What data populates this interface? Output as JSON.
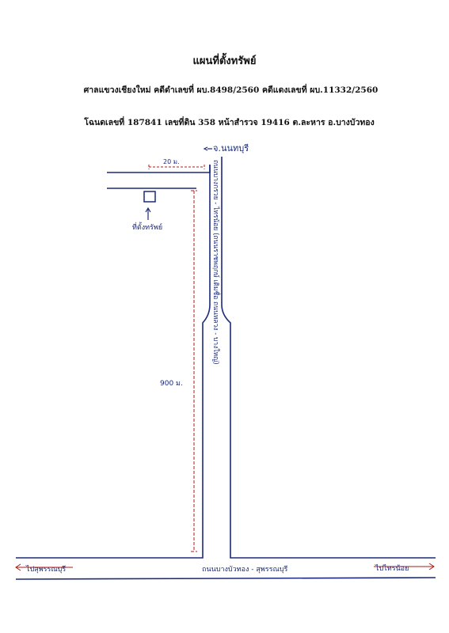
{
  "header": {
    "title": "แผนที่ตั้งทรัพย์",
    "court_line": "ศาลแขวงเชียงใหม่ คดีดำเลขที่ ผบ.8498/2560 คดีแดงเลขที่ ผบ.11332/2560",
    "deed_line": "โฉนดเลขที่ 187841 เลขที่ดิน 358 หน้าสำรวจ 19416 ต.ละหาร อ.บางบัวทอง"
  },
  "map": {
    "to_north_label": "จ.นนทบุรี",
    "side_road_label": "ถนนบางกรวย - ไทรน้อย (ถนนราชพฤกษ์ เดิมชื่อ ถนนหลวง - บางใหญ่)",
    "property_label": "ที่ตั้งทรัพย์",
    "distance_short": "20 ม.",
    "distance_long": "900 ม.",
    "main_road_label": "ถนนบางบัวทอง - สุพรรณบุรี",
    "left_direction": "ไปสุพรรณบุรี",
    "right_direction": "ไปไทรน้อย",
    "ink_color": "#1b2a7a",
    "dimension_color": "#b01818"
  }
}
